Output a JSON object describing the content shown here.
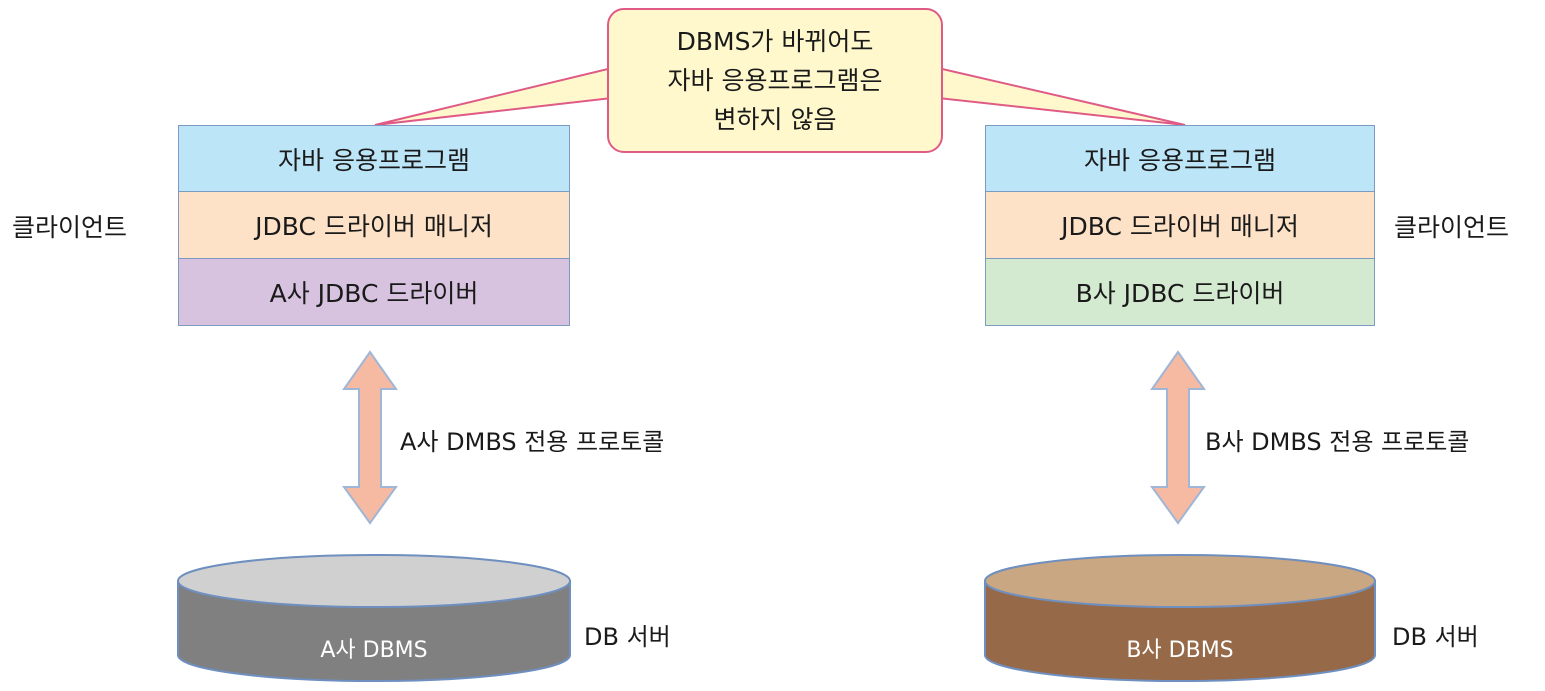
{
  "callout": {
    "lines": [
      "DBMS가 바뀌어도",
      "자바 응용프로그램은",
      "변하지 않음"
    ]
  },
  "left": {
    "client_label": "클라이언트",
    "layers": {
      "app": "자바 응용프로그램",
      "manager": "JDBC 드라이버 매니저",
      "driver": "A사 JDBC 드라이버"
    },
    "protocol": "A사 DMBS 전용 프로토콜",
    "db_name": "A사 DBMS",
    "server_label": "DB 서버"
  },
  "right": {
    "client_label": "클라이언트",
    "layers": {
      "app": "자바 응용프로그램",
      "manager": "JDBC 드라이버 매니저",
      "driver": "B사 JDBC 드라이버"
    },
    "protocol": "B사 DMBS 전용 프로토콜",
    "db_name": "B사 DBMS",
    "server_label": "DB 서버"
  },
  "colors": {
    "app_layer": "#bde5f8",
    "manager_layer": "#fde2c8",
    "driver_a": "#d7c3df",
    "driver_b": "#d4ead0",
    "callout_fill": "#fff8cc",
    "callout_border": "#e05a86",
    "arrow_fill": "#f6b9a1",
    "arrow_border": "#9fb6d6",
    "db_a_top": "#d0d0d0",
    "db_a_body": "#808080",
    "db_b_top": "#c9a782",
    "db_b_body": "#966a49"
  }
}
